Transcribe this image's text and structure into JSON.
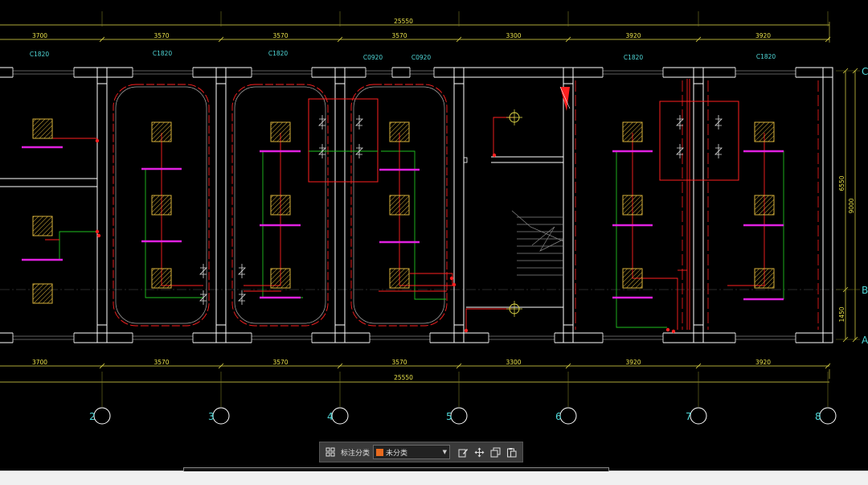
{
  "drawing": {
    "top_total": "25550",
    "bottom_total": "25550",
    "bay_dims": [
      "3700",
      "3570",
      "3570",
      "3570",
      "3300",
      "3920",
      "3920"
    ],
    "window_tags": [
      "C1820",
      "C1820",
      "C1820",
      "C0920",
      "C0920",
      "C1820",
      "C1820"
    ],
    "axis_labels": [
      "2",
      "3",
      "4",
      "5",
      "6",
      "7",
      "8"
    ],
    "row_axis_labels": [
      "C",
      "B",
      "A"
    ],
    "right_dims": [
      "6550",
      "9000",
      "1450"
    ]
  },
  "colors": {
    "wall": "#ffffff",
    "dimension": "#e8e04a",
    "annotation": "#4fd6d6",
    "pipe_red": "#ff2020",
    "pipe_green": "#20c020",
    "fixture_magenta": "#e020e0",
    "fixture_hatch": "#d9b23a"
  },
  "toolbar": {
    "label": "标注分类",
    "select_value": "未分类",
    "select_swatch": "#e86a1e",
    "icons": [
      "grid-icon",
      "edit-icon",
      "move-icon",
      "copy-icon",
      "paste-icon"
    ]
  }
}
